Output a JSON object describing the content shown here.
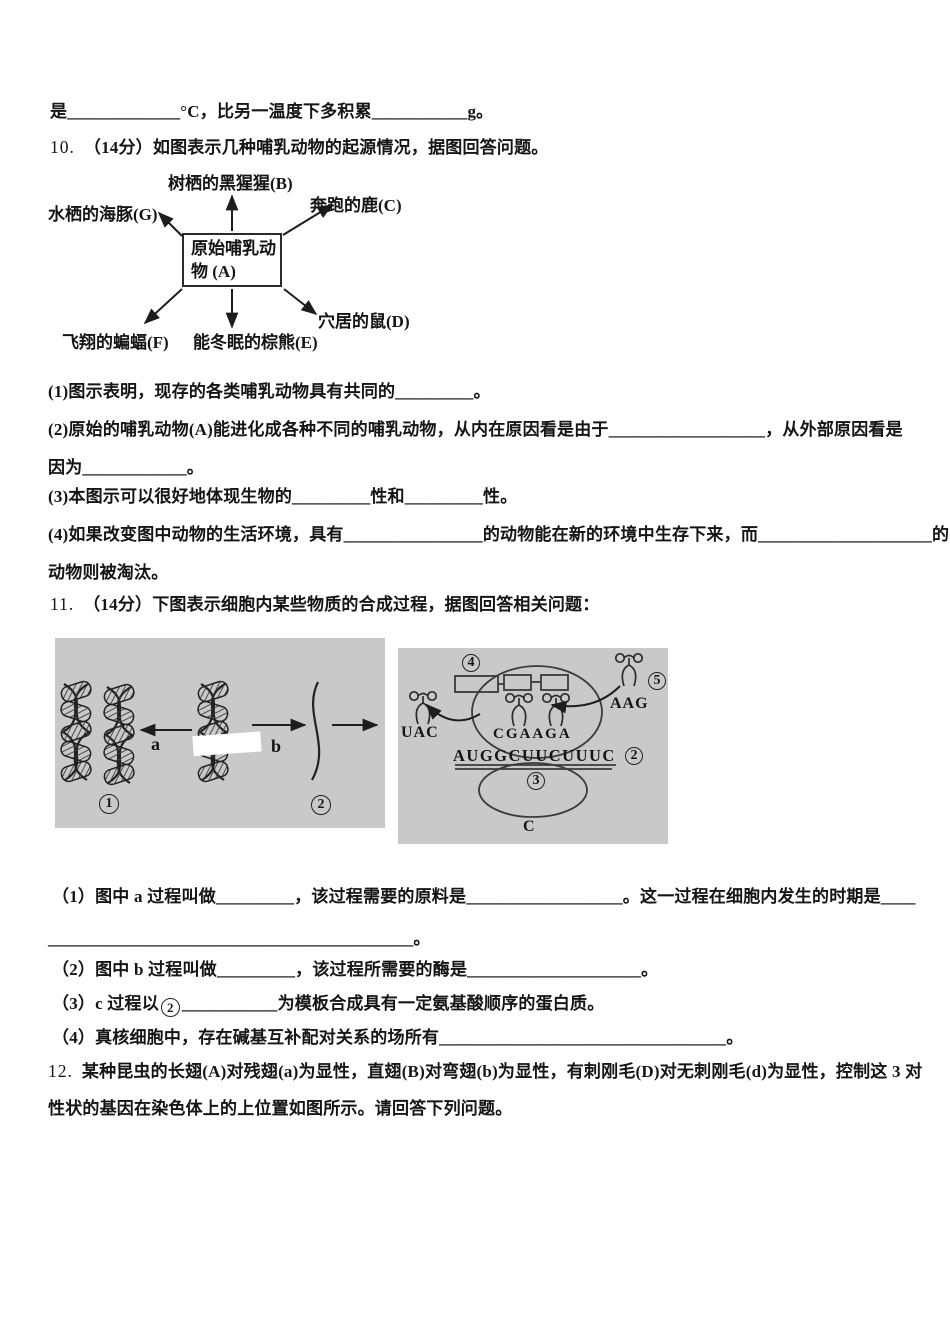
{
  "intro": {
    "text": "是_____________°C，比另一温度下多积累___________g。"
  },
  "q10": {
    "number": "10.",
    "title": "（14分）如图表示几种哺乳动物的起源情况，据图回答问题。",
    "diagram": {
      "center_line1": "原始哺乳动",
      "center_line2": "物 (A)",
      "label_b": "树栖的黑猩猩(B)",
      "label_c": "奔跑的鹿(C)",
      "label_g": "水栖的海豚(G)",
      "label_d": "穴居的鼠(D)",
      "label_e": "能冬眠的棕熊(E)",
      "label_f": "飞翔的蝙蝠(F)"
    },
    "items": [
      "(1)图示表明，现存的各类哺乳动物具有共同的_________。",
      "(2)原始的哺乳动物(A)能进化成各种不同的哺乳动物，从内在原因看是由于__________________，从外部原因看是",
      "因为____________。",
      "(3)本图示可以很好地体现生物的_________性和_________性。",
      "(4)如果改变图中动物的生活环境，具有________________的动物能在新的环境中生存下来，而____________________的",
      "动物则被淘汰。"
    ]
  },
  "q11": {
    "number": "11.",
    "title": "（14分）下图表示细胞内某些物质的合成过程，据图回答相关问题：",
    "panel_left": {
      "label_a": "a",
      "label_b": "b",
      "num1": "1",
      "num2": "2"
    },
    "panel_right": {
      "num2": "2",
      "num3": "3",
      "num4": "4",
      "num5": "5",
      "trna_out": "UAC",
      "trna_in": "AAG",
      "anticodons": "CGAAGA",
      "mrna": "AUGGCUUCUUUC",
      "label_c": "C"
    },
    "items": [
      "（1）图中 a 过程叫做_________，该过程需要的原料是__________________。这一过程在细胞内发生的时期是____",
      "__________________________________________。",
      "（2）图中 b 过程叫做_________，该过程所需要的酶是____________________。",
      "（4）真核细胞中，存在碱基互补配对关系的场所有_________________________________。"
    ],
    "item3": {
      "pre": "（3）c 过程以",
      "num": "2",
      "post": "___________为模板合成具有一定氨基酸顺序的蛋白质。"
    }
  },
  "q12": {
    "number": "12.",
    "line1": "某种昆虫的长翅(A)对残翅(a)为显性，直翅(B)对弯翅(b)为显性，有刺刚毛(D)对无刺刚毛(d)为显性，控制这 3 对",
    "line2": "性状的基因在染色体上的上位置如图所示。请回答下列问题。"
  },
  "colors": {
    "panel_gray": "#c9c9c9",
    "ink": "#151515"
  }
}
